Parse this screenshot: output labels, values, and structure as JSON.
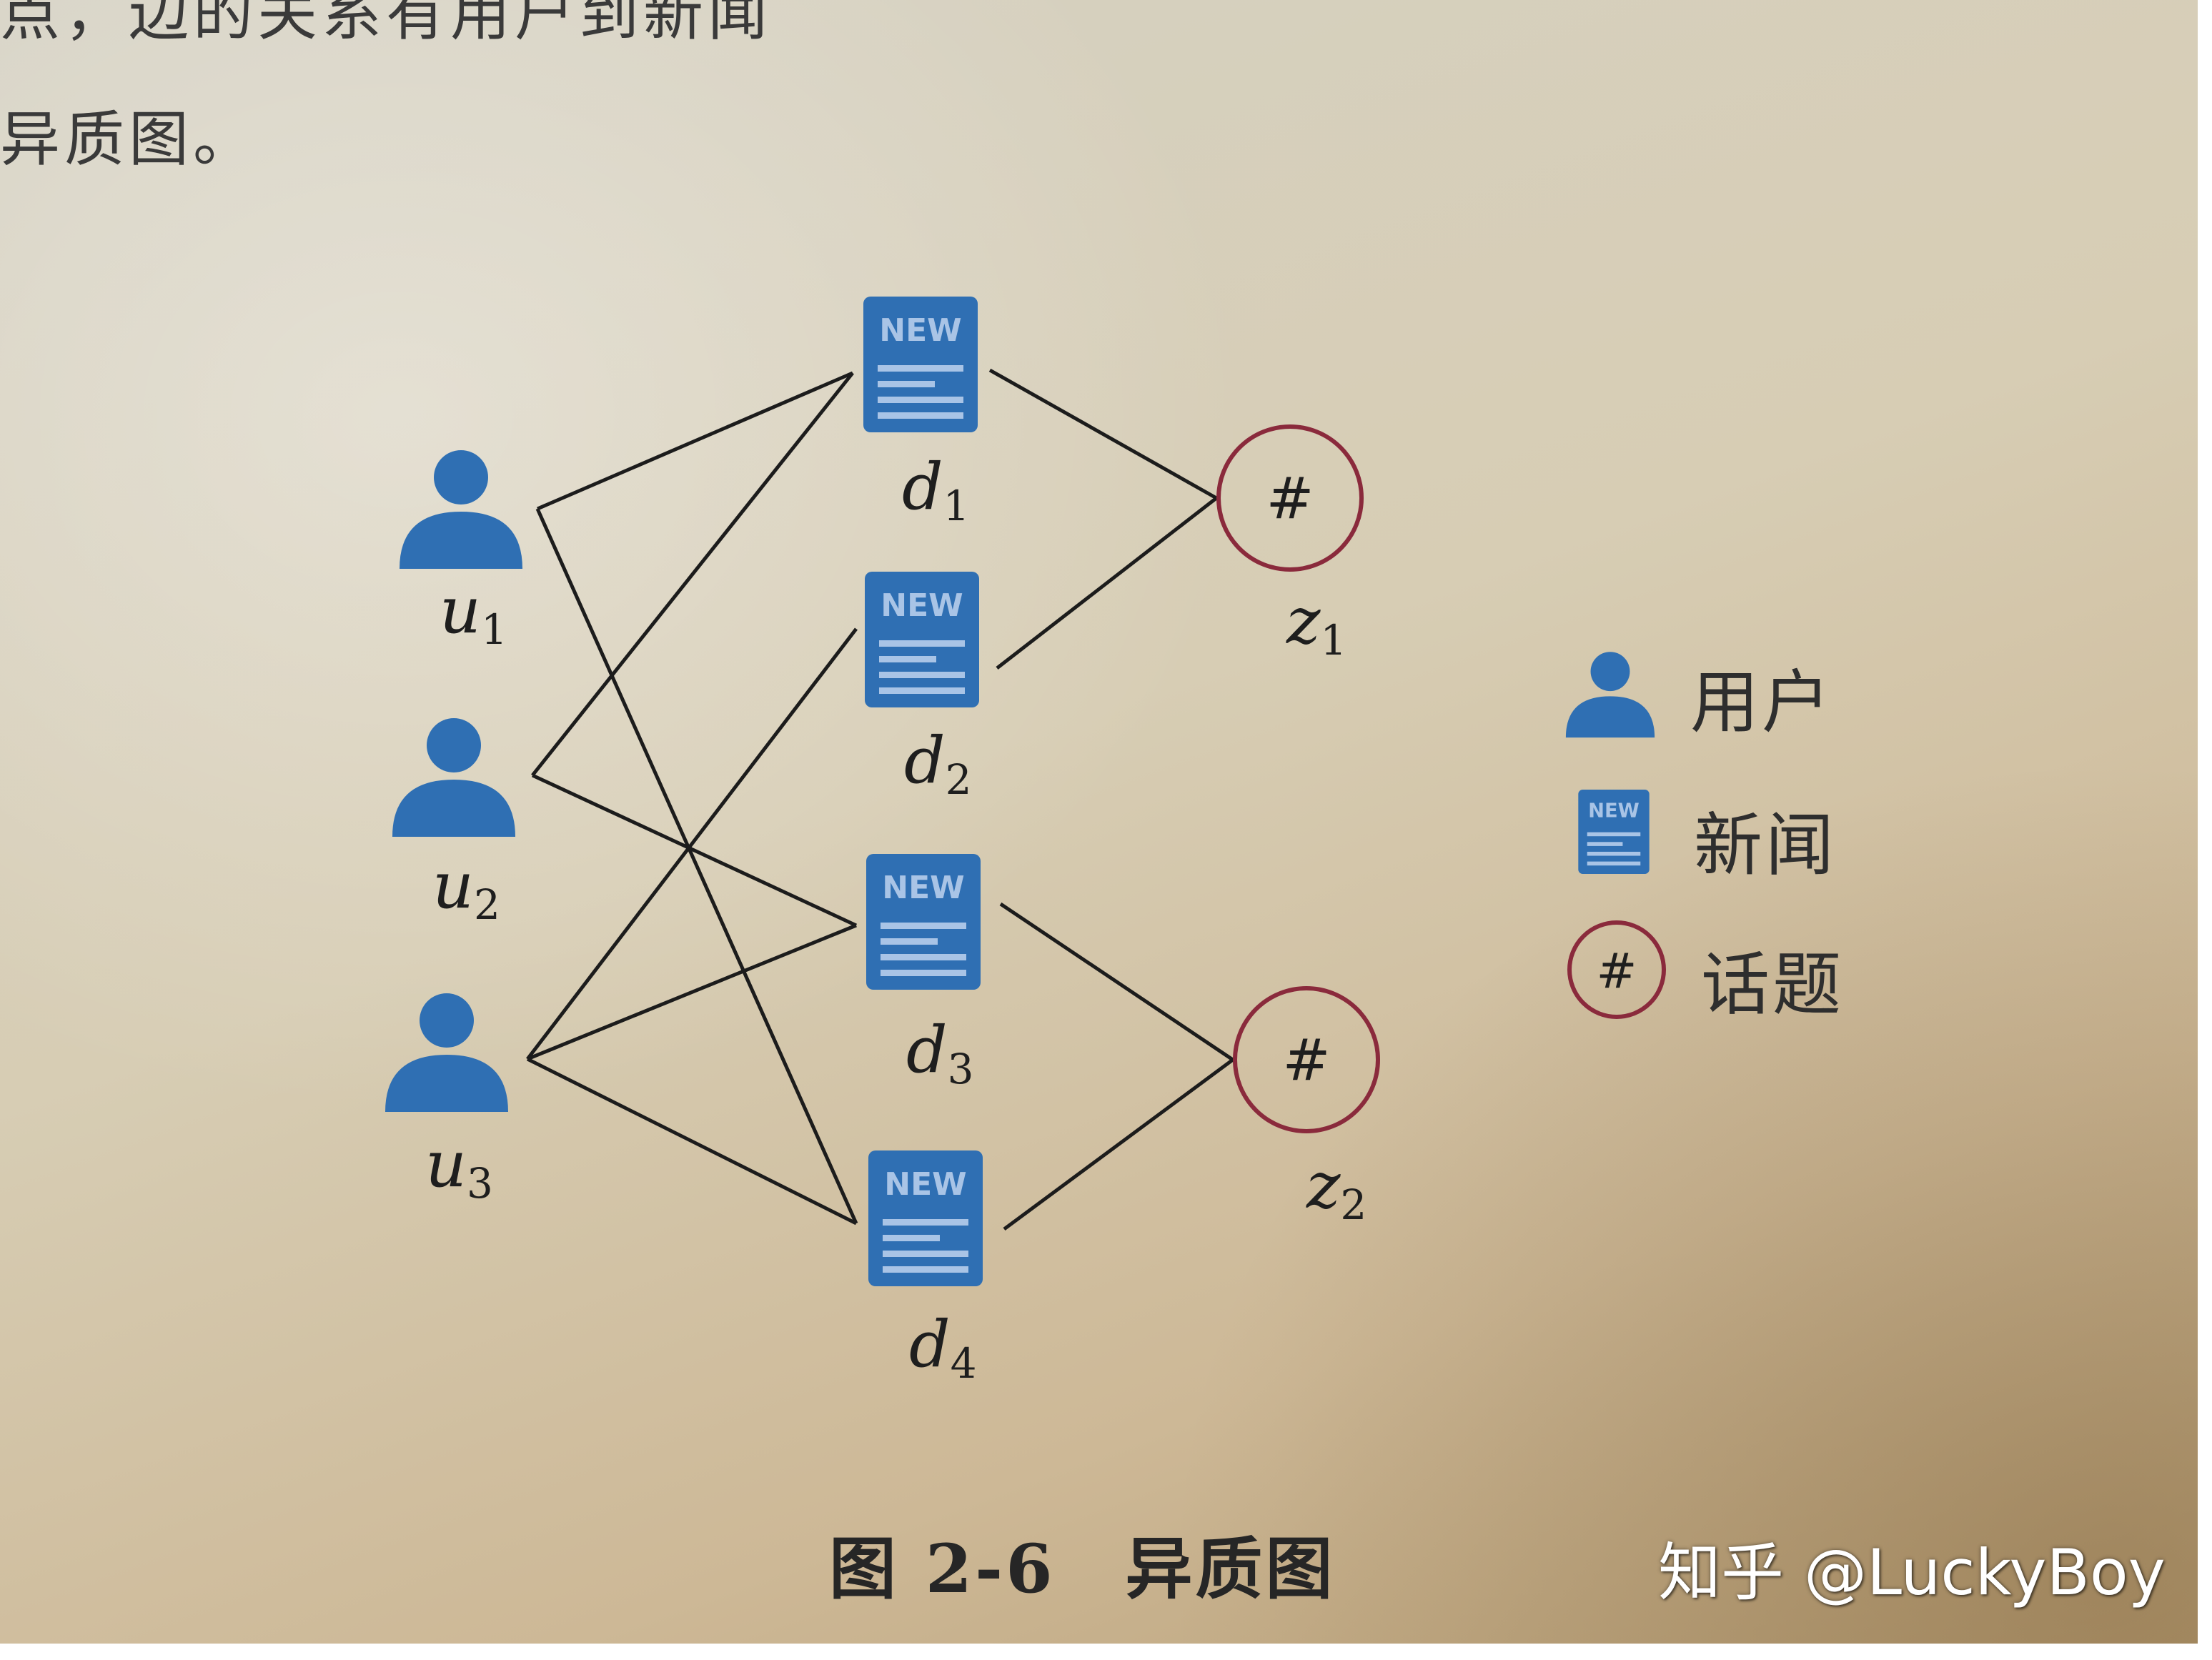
{
  "page_text": {
    "line1": "点，边的关系有用户到新闻",
    "line2": "异质图。"
  },
  "nodes": {
    "users": [
      "u1",
      "u2",
      "u3"
    ],
    "news": [
      "d1",
      "d2",
      "d3",
      "d4"
    ],
    "topics": [
      "z1",
      "z2"
    ],
    "news_icon_text": "NEW",
    "topic_symbol": "#"
  },
  "edges": [
    [
      "u1",
      "d1"
    ],
    [
      "u1",
      "d4"
    ],
    [
      "u2",
      "d1"
    ],
    [
      "u2",
      "d3"
    ],
    [
      "u3",
      "d2"
    ],
    [
      "u3",
      "d3"
    ],
    [
      "u3",
      "d4"
    ],
    [
      "d1",
      "z1"
    ],
    [
      "d2",
      "z1"
    ],
    [
      "d3",
      "z2"
    ],
    [
      "d4",
      "z2"
    ]
  ],
  "legend": {
    "user": "用户",
    "news": "新闻",
    "topic": "话题"
  },
  "caption": "图 2-6　异质图",
  "watermark": "知乎 @LuckyBoy",
  "colors": {
    "icon_blue": "#2f6fb3",
    "topic_ring": "#8a2a3c",
    "edge": "#1c1c1c"
  }
}
